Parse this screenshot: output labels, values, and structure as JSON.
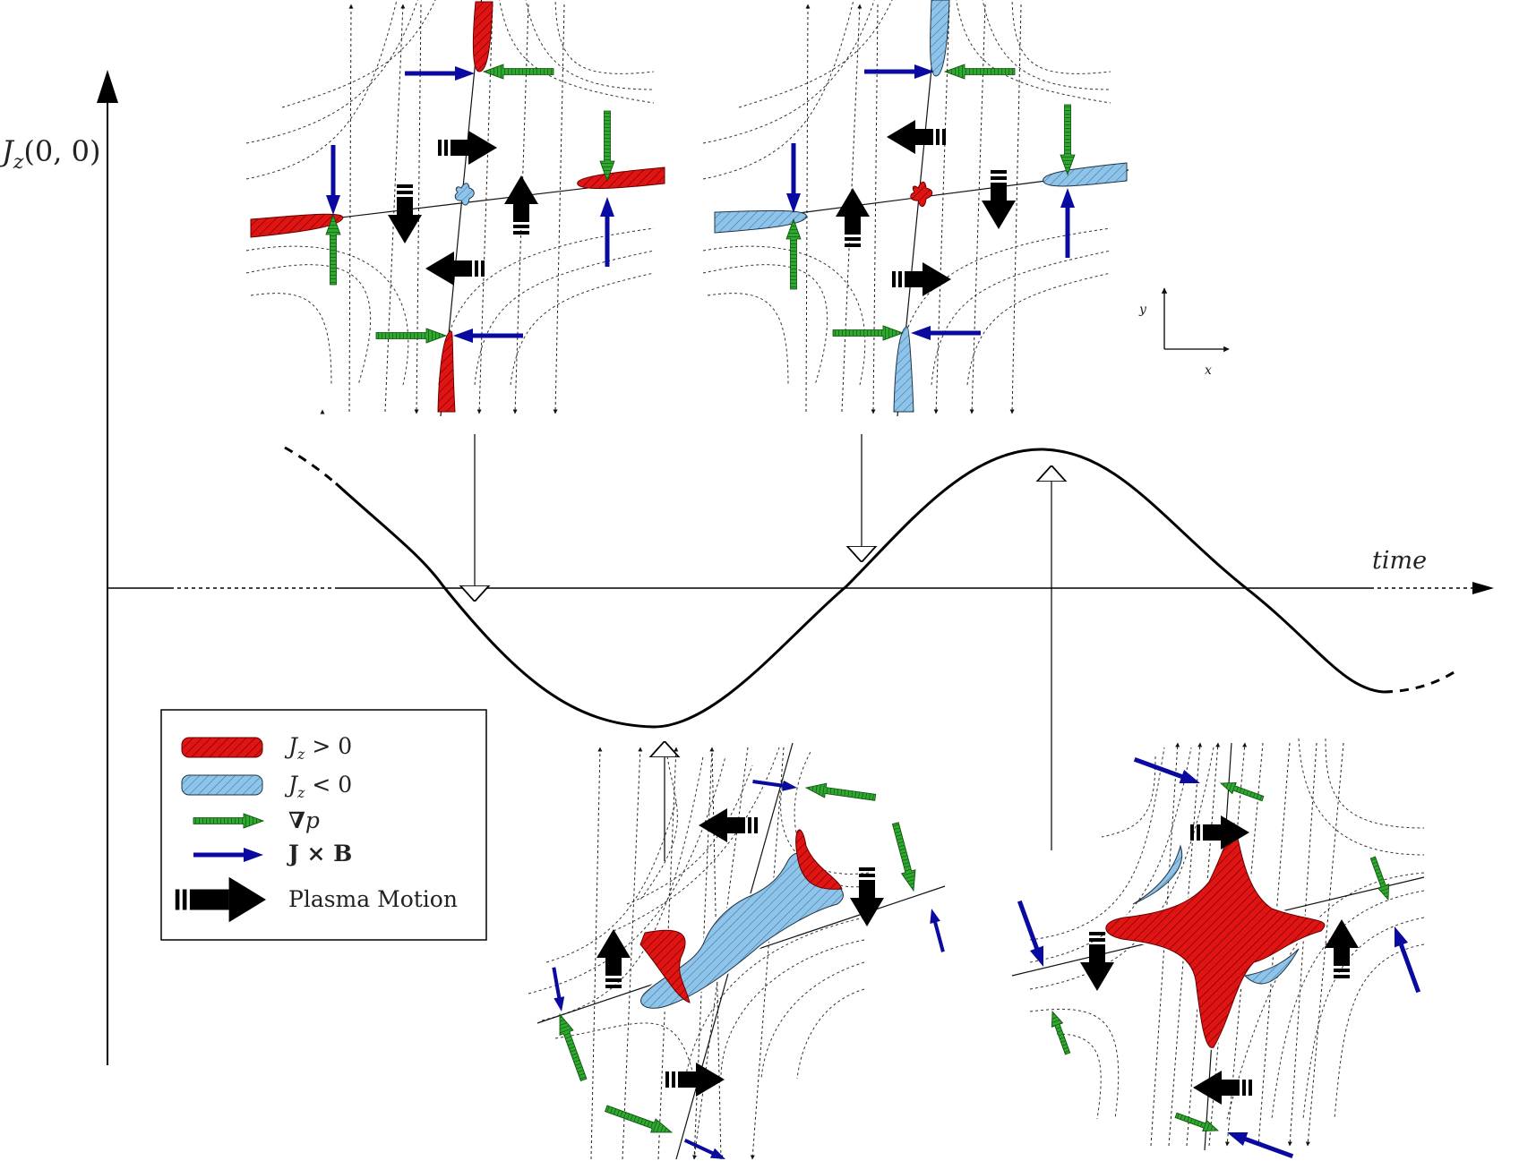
{
  "axes": {
    "y_label_main": "J",
    "y_label_sub": "z",
    "y_label_args": "(0, 0)",
    "x_label": "time"
  },
  "orientation": {
    "y": "y",
    "x": "x"
  },
  "legend": {
    "jz_pos": {
      "sym": "J",
      "sub": "z",
      "rel": " > 0"
    },
    "jz_neg": {
      "sym": "J",
      "sub": "z",
      "rel": " < 0"
    },
    "grad_p": {
      "sym": "∇",
      "var": "p"
    },
    "jxb": "J × B",
    "plasma": "Plasma Motion"
  },
  "colors": {
    "jz_positive": "#e11414",
    "jz_negative": "#8ec4ea",
    "grad_p": "#1e961e",
    "jxb": "#0a0aa0",
    "plasma": "#000000"
  }
}
